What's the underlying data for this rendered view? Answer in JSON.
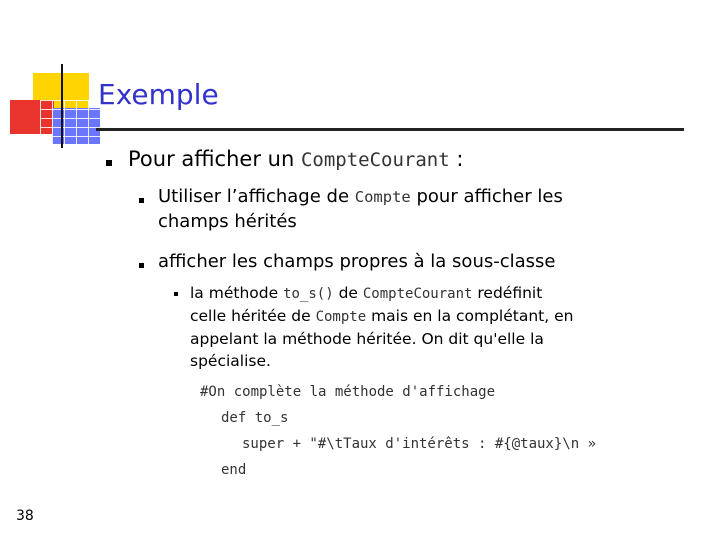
{
  "slide": {
    "title": "Exemple",
    "page_number": "38",
    "accent_color": "#3333cc"
  },
  "bullets": {
    "l1": {
      "prefix": "Pour afficher un ",
      "code": "CompteCourant",
      "suffix": " :"
    },
    "l2a": {
      "prefix": "Utiliser l’affichage de ",
      "code": "Compte",
      "suffix_1": " pour afficher les",
      "suffix_2": "champs hérités"
    },
    "l2b": {
      "text": "afficher les champs propres à la sous-classe"
    },
    "l3": {
      "t1": "la méthode ",
      "c1": "to_s()",
      "t2": " de ",
      "c2": "CompteCourant",
      "t3": " redéfinit",
      "t4": "celle héritée de ",
      "c3": "Compte",
      "t5": " mais en la complétant,  en",
      "t6": "appelant la méthode héritée. On dit qu'elle la",
      "t7": "spécialise."
    }
  },
  "code": {
    "line1": "#On complète la méthode d'affichage",
    "line2": "def to_s",
    "line3": "super + \"#\\tTaux d'intérêts : #{@taux}\\n »",
    "line4": "end"
  }
}
